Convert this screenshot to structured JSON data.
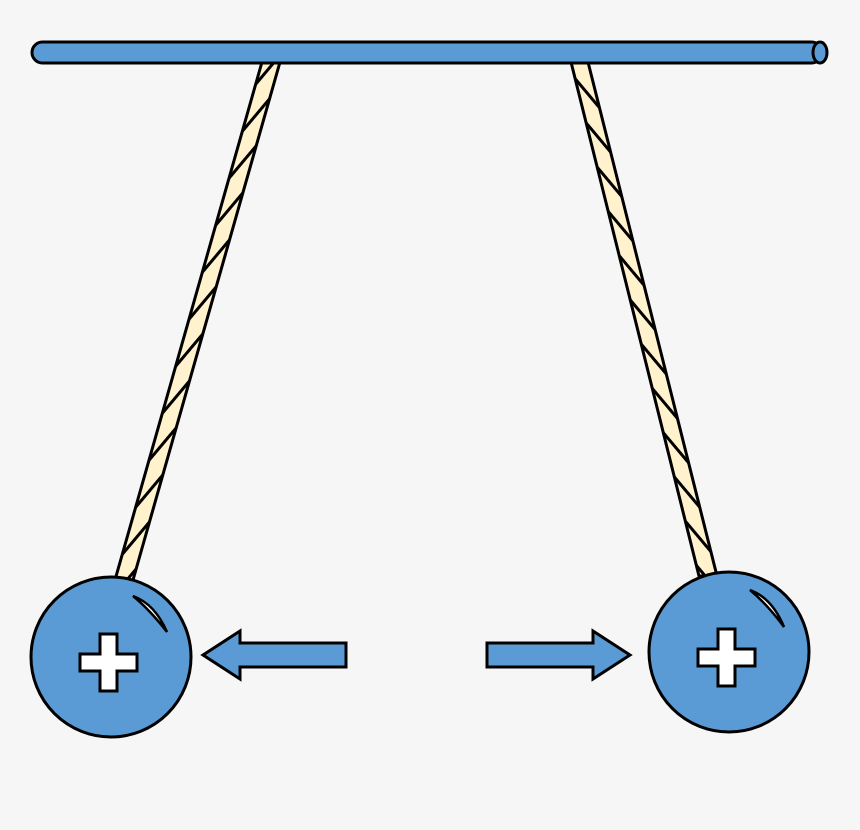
{
  "diagram": {
    "description": "Two positively charged pith balls suspended by twisted strings from a horizontal rod, repelling each other",
    "colors": {
      "background": "#f6f6f6",
      "object_fill": "#5b9bd5",
      "string_fill": "#fff2cc",
      "outline": "#000000",
      "sign_fill": "#ffffff"
    },
    "rod": {
      "label": "support rod"
    },
    "balls": [
      {
        "charge": "+",
        "label": "left charged ball",
        "force_direction": "left"
      },
      {
        "charge": "+",
        "label": "right charged ball",
        "force_direction": "right"
      }
    ]
  }
}
